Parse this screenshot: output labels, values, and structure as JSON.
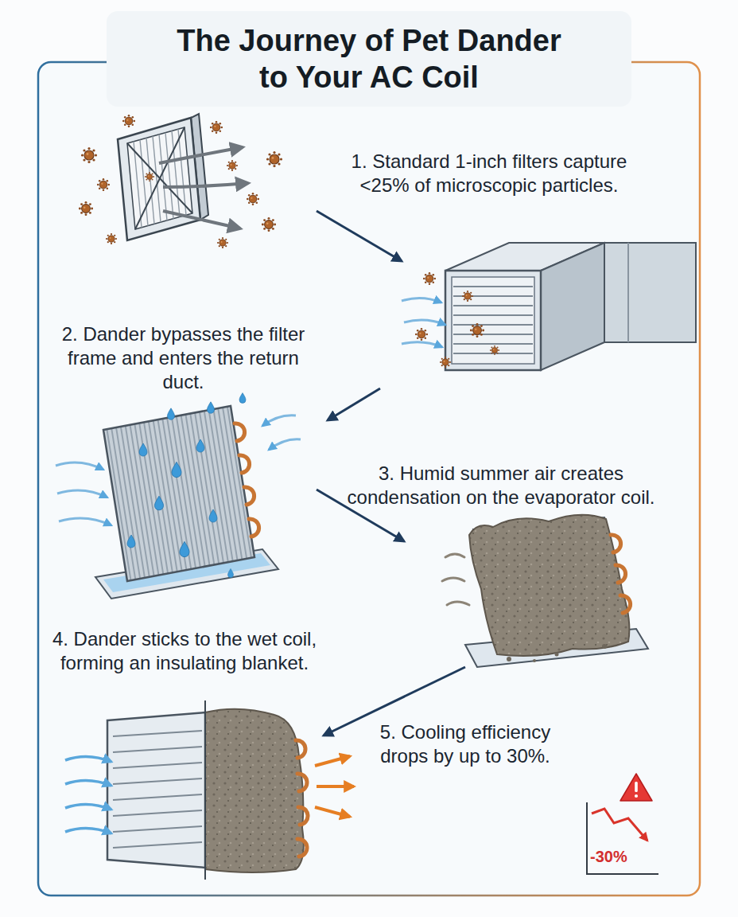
{
  "diagram": {
    "title": "The Journey of Pet Dander to Your AC Coil",
    "labels": [
      "1. Standard 1-inch filters capture <25% of microscopic particles.",
      "2. Dander bypasses the filter frame and enters the return duct.",
      "3. Humid summer air creates condensation on the evaporator coil.",
      "4. Dander sticks to the wet coil, forming an insulating blanket.",
      "5. Cooling efficiency drops by up to 30%.",
      "-30%"
    ]
  }
}
